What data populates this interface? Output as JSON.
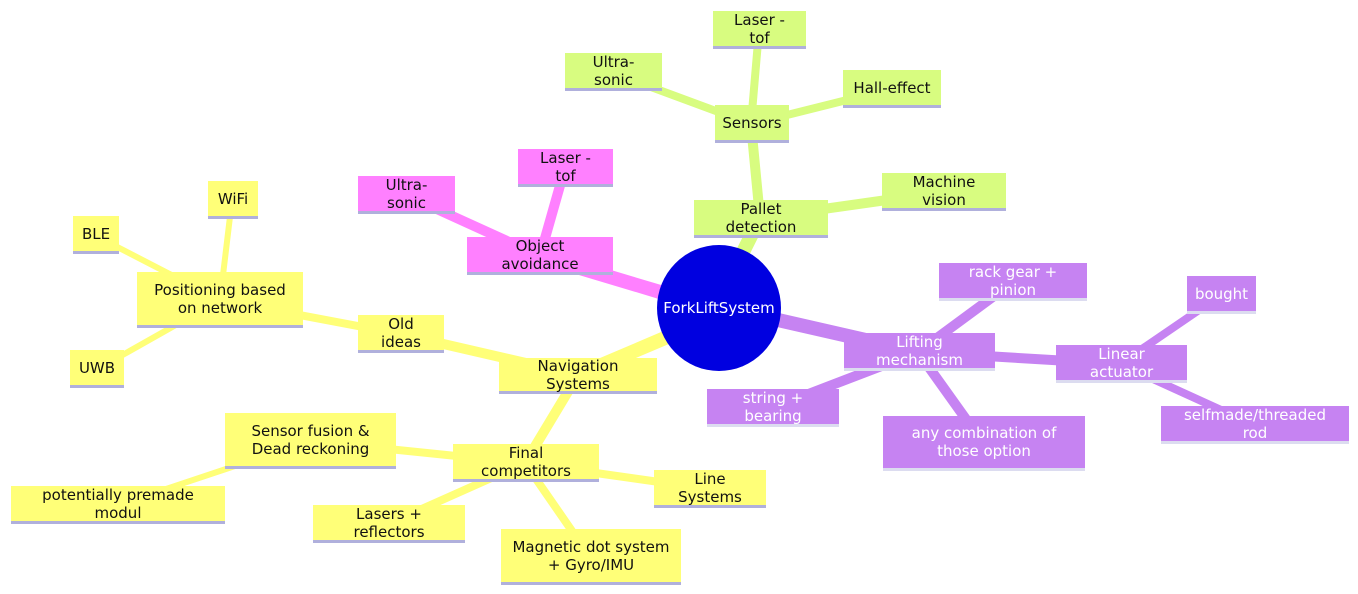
{
  "colors": {
    "navigation": "#ffff78",
    "object_avoidance": "#ff80ff",
    "pallet_detection": "#d8fc80",
    "lifting": "#c683f2",
    "root": "#0000e0"
  },
  "root": {
    "label": "ForkLiftSystem"
  },
  "navigation": {
    "label": "Navigation Systems",
    "old_ideas": {
      "label": "Old ideas",
      "positioning": {
        "label": "Positioning based on network",
        "wifi": "WiFi",
        "ble": "BLE",
        "uwb": "UWB"
      }
    },
    "final_competitors": {
      "label": "Final competitors",
      "sensor_fusion": {
        "label": "Sensor fusion & Dead reckoning",
        "premade": "potentially premade modul"
      },
      "line_systems": "Line Systems",
      "lasers_reflectors": "Lasers + reflectors",
      "magnetic_dot": "Magnetic dot system + Gyro/IMU"
    }
  },
  "object_avoidance": {
    "label": "Object avoidance",
    "ultra_sonic": "Ultra-sonic",
    "laser_tof": "Laser - tof"
  },
  "pallet_detection": {
    "label": "Pallet detection",
    "machine_vision": "Machine vision",
    "sensors": {
      "label": "Sensors",
      "ultra_sonic": "Ultra-sonic",
      "laser_tof": "Laser - tof",
      "hall_effect": "Hall-effect"
    }
  },
  "lifting": {
    "label": "Lifting mechanism",
    "rack_gear": "rack gear + pinion",
    "string_bearing": "string + bearing",
    "any_combination": "any combination of those option",
    "linear_actuator": {
      "label": "Linear actuator",
      "bought": "bought",
      "selfmade": "selfmade/threaded rod"
    }
  }
}
